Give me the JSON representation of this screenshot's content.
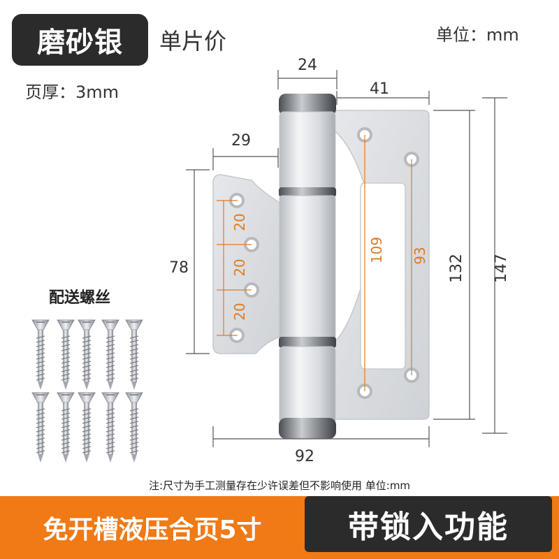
{
  "header": {
    "badge": "磨砂银",
    "subtitle": "单片价",
    "unit": "单位：mm",
    "thickness": "页厚：3mm"
  },
  "dimensions": {
    "barrel_width": "24",
    "right_leaf_width": "41",
    "left_leaf_width": "29",
    "left_leaf_height": "78",
    "hole_spacing_1": "20",
    "hole_spacing_2": "20",
    "hole_spacing_3": "20",
    "slot_length_outer": "109",
    "slot_length_inner": "93",
    "right_leaf_height": "132",
    "total_height": "147",
    "total_width": "92"
  },
  "accessories": {
    "screws_label": "配送螺丝",
    "screw_count": 10
  },
  "footer": {
    "note": "注:尺寸为手工测量存在少许误差但不影响使用 单位:mm",
    "product_name": "免开槽液压合页5寸",
    "feature": "带锁入功能"
  },
  "colors": {
    "accent": "#ef7a16",
    "dark": "#2b2b2b",
    "dimension_highlight": "#e07b22"
  }
}
